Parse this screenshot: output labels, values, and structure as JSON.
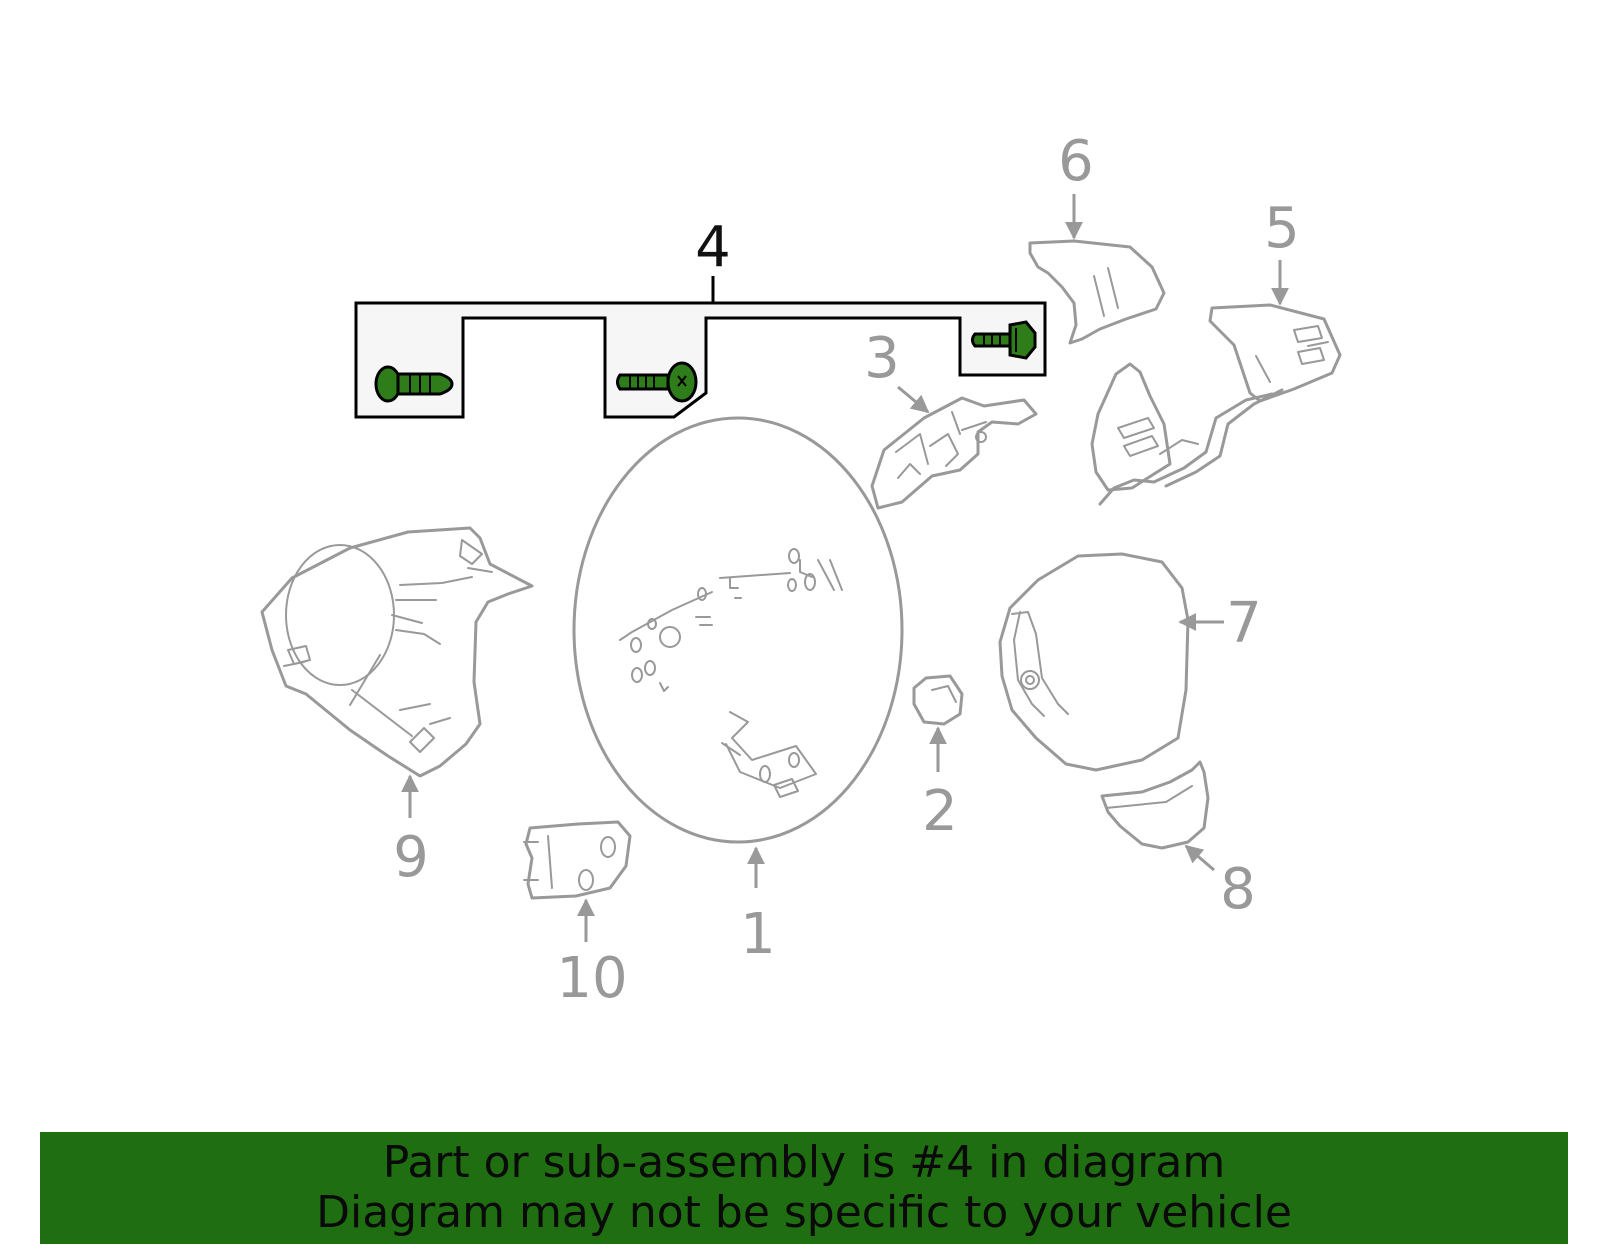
{
  "diagram": {
    "highlighted_part": "4",
    "highlight_color": "#2e7d1a",
    "line_color": "#999999",
    "callouts": [
      "1",
      "2",
      "3",
      "4",
      "5",
      "6",
      "7",
      "8",
      "9",
      "10"
    ]
  },
  "banner": {
    "background_color": "#1f6e12",
    "line1": "Part or sub-assembly is #4 in diagram",
    "line2": "Diagram may not be specific to your vehicle"
  }
}
